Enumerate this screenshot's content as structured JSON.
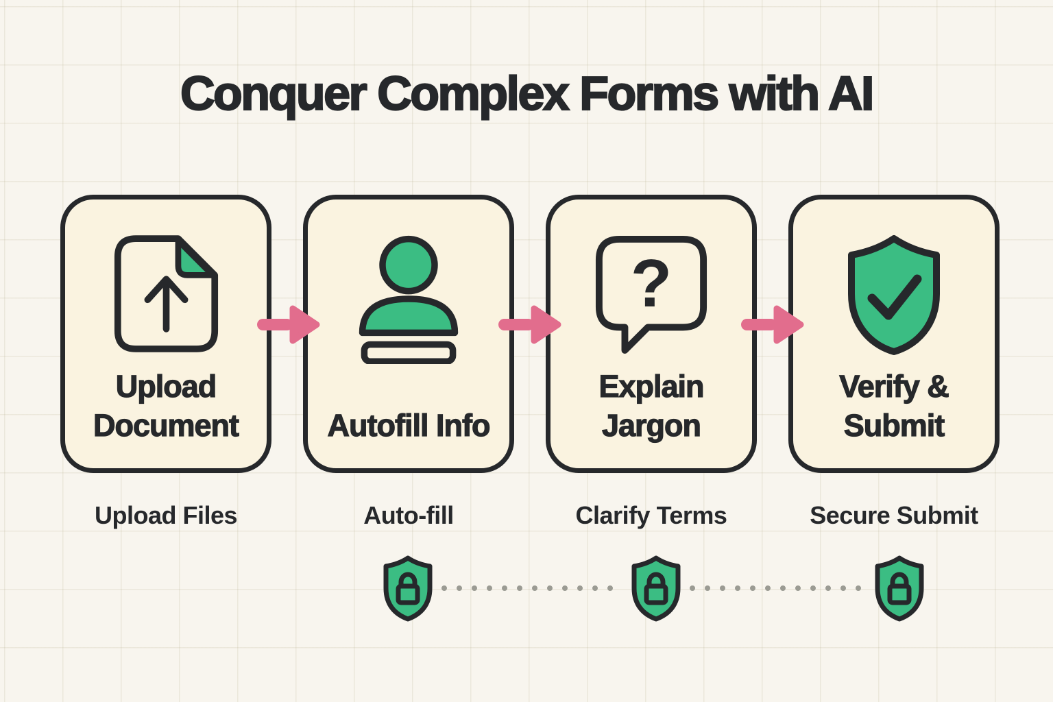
{
  "title": "Conquer Complex Forms with AI",
  "steps": [
    {
      "title": "Upload Document",
      "caption": "Upload Files",
      "icon": "document-upload-icon"
    },
    {
      "title": "Autofill Info",
      "caption": "Auto-fill",
      "icon": "person-profile-icon"
    },
    {
      "title": "Explain Jargon",
      "caption": "Clarify Terms",
      "icon": "question-bubble-icon"
    },
    {
      "title": "Verify & Submit",
      "caption": "Secure Submit",
      "icon": "shield-check-icon"
    }
  ],
  "glyphs": {
    "question_mark": "?"
  },
  "security_row": {
    "shield_icon": "shield-lock-icon",
    "shield_count": 3
  },
  "colors": {
    "background": "#F8F5EE",
    "card_fill": "#FAF3E0",
    "outline": "#26282B",
    "green": "#3BBD83",
    "pink": "#E26D8D",
    "dot_gray": "#9B9B93"
  }
}
